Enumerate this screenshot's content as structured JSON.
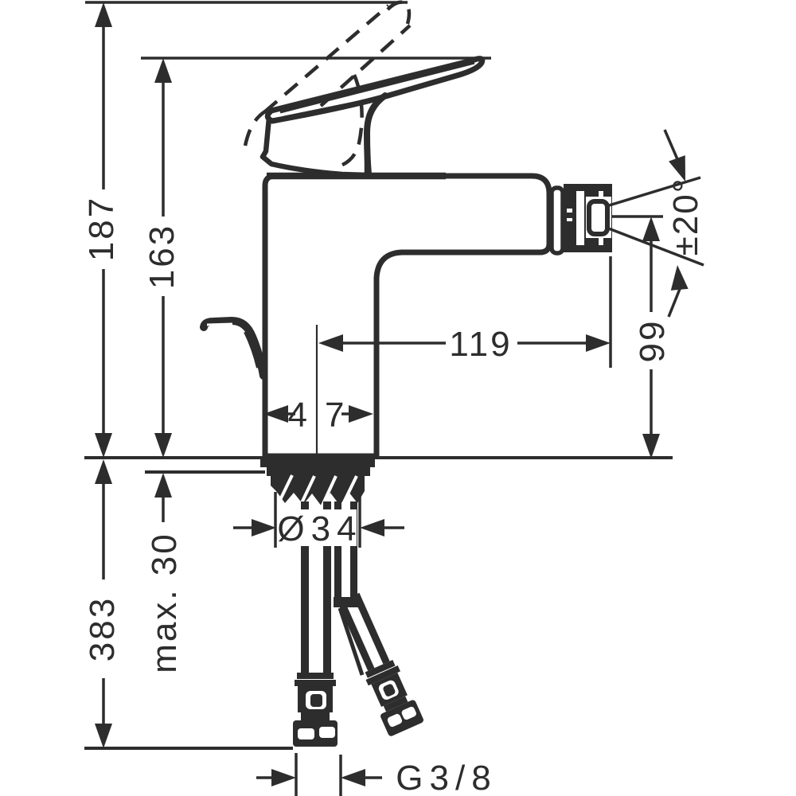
{
  "drawing": {
    "type": "technical-dimension-drawing",
    "line_color": "#2d2d2d",
    "background": "#ffffff",
    "dimensions": {
      "total_height": "187",
      "body_height": "163",
      "spout_reach": "119",
      "base_width": "47",
      "outlet_height": "99",
      "swivel_angle": "±20°",
      "shank_diameter": "Ø34",
      "max_deck_thickness": "max. 30",
      "below_deck_length": "383",
      "connection_thread": "G3/8"
    }
  }
}
